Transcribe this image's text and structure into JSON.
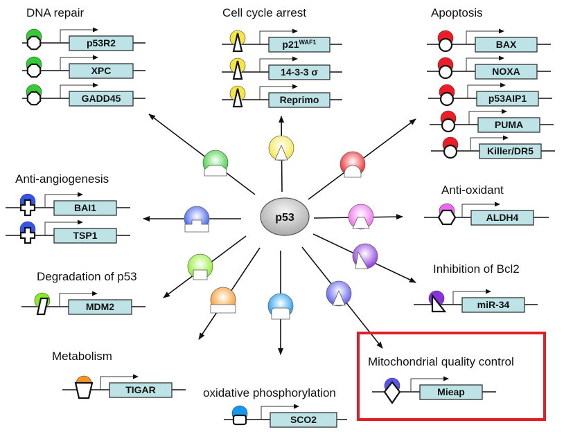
{
  "center": {
    "label": "p53"
  },
  "groups": [
    {
      "id": "dna-repair",
      "title": "DNA repair",
      "color": "#33cc33",
      "site": "octagon",
      "genes": [
        "p53R2",
        "XPC",
        "GADD45"
      ]
    },
    {
      "id": "cell-cycle-arrest",
      "title": "Cell cycle arrest",
      "color": "#f5e642",
      "site": "triangle",
      "genes": [
        "p21",
        "14-3-3 σ",
        "Reprimo"
      ],
      "gene_superscript": {
        "0": "WAF1"
      }
    },
    {
      "id": "apoptosis",
      "title": "Apoptosis",
      "color": "#ee1c24",
      "site": "circle",
      "genes": [
        "BAX",
        "NOXA",
        "p53AIP1",
        "PUMA",
        "Killer/DR5"
      ]
    },
    {
      "id": "anti-angiogenesis",
      "title": "Anti-angiogenesis",
      "color": "#3355ee",
      "site": "cross",
      "genes": [
        "BAI1",
        "TSP1"
      ]
    },
    {
      "id": "anti-oxidant",
      "title": "Anti-oxidant",
      "color": "#ee66ee",
      "site": "hexagon",
      "genes": [
        "ALDH4"
      ]
    },
    {
      "id": "degradation-of-p53",
      "title": "Degradation of p53",
      "color": "#88ee22",
      "site": "parallelogram",
      "genes": [
        "MDM2"
      ]
    },
    {
      "id": "inhibition-of-bcl2",
      "title": "Inhibition of Bcl2",
      "color": "#8833dd",
      "site": "right-triangle",
      "genes": [
        "miR-34"
      ]
    },
    {
      "id": "metabolism",
      "title": "Metabolism",
      "color": "#f7941d",
      "site": "trapezoid",
      "genes": [
        "TIGAR"
      ]
    },
    {
      "id": "oxidative-phosphorylation",
      "title": "oxidative phosphorylation",
      "color": "#1199ee",
      "site": "rounded-square",
      "genes": [
        "SCO2"
      ]
    },
    {
      "id": "mitochondrial-quality-control",
      "title": "Mitochondrial quality control",
      "color": "#5555ee",
      "site": "diamond",
      "genes": [
        "Mieap"
      ],
      "highlighted": true,
      "highlight_color": "#e01e25"
    }
  ],
  "colors": {
    "gene_box_fill": "#bde3e6",
    "line": "#111111",
    "p53_fill": "#c8c8c8"
  }
}
